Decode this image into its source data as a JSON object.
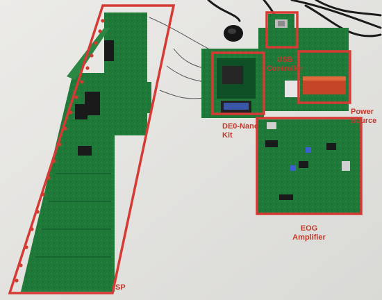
{
  "photo": {
    "background_color": "#e3e3e0",
    "board_green": "#1f7a3a",
    "board_dark": "#0f4f26",
    "frame_color": "#d63a34"
  },
  "labels": {
    "usb_line1": "USB",
    "usb_line2": "Controller",
    "power_line1": "Power",
    "power_line2": "Source",
    "de0_line1": "DE0-Nano",
    "de0_line2": "Kit",
    "eog_line1": "EOG",
    "eog_line2": "Amplifier",
    "sp": "SP"
  }
}
